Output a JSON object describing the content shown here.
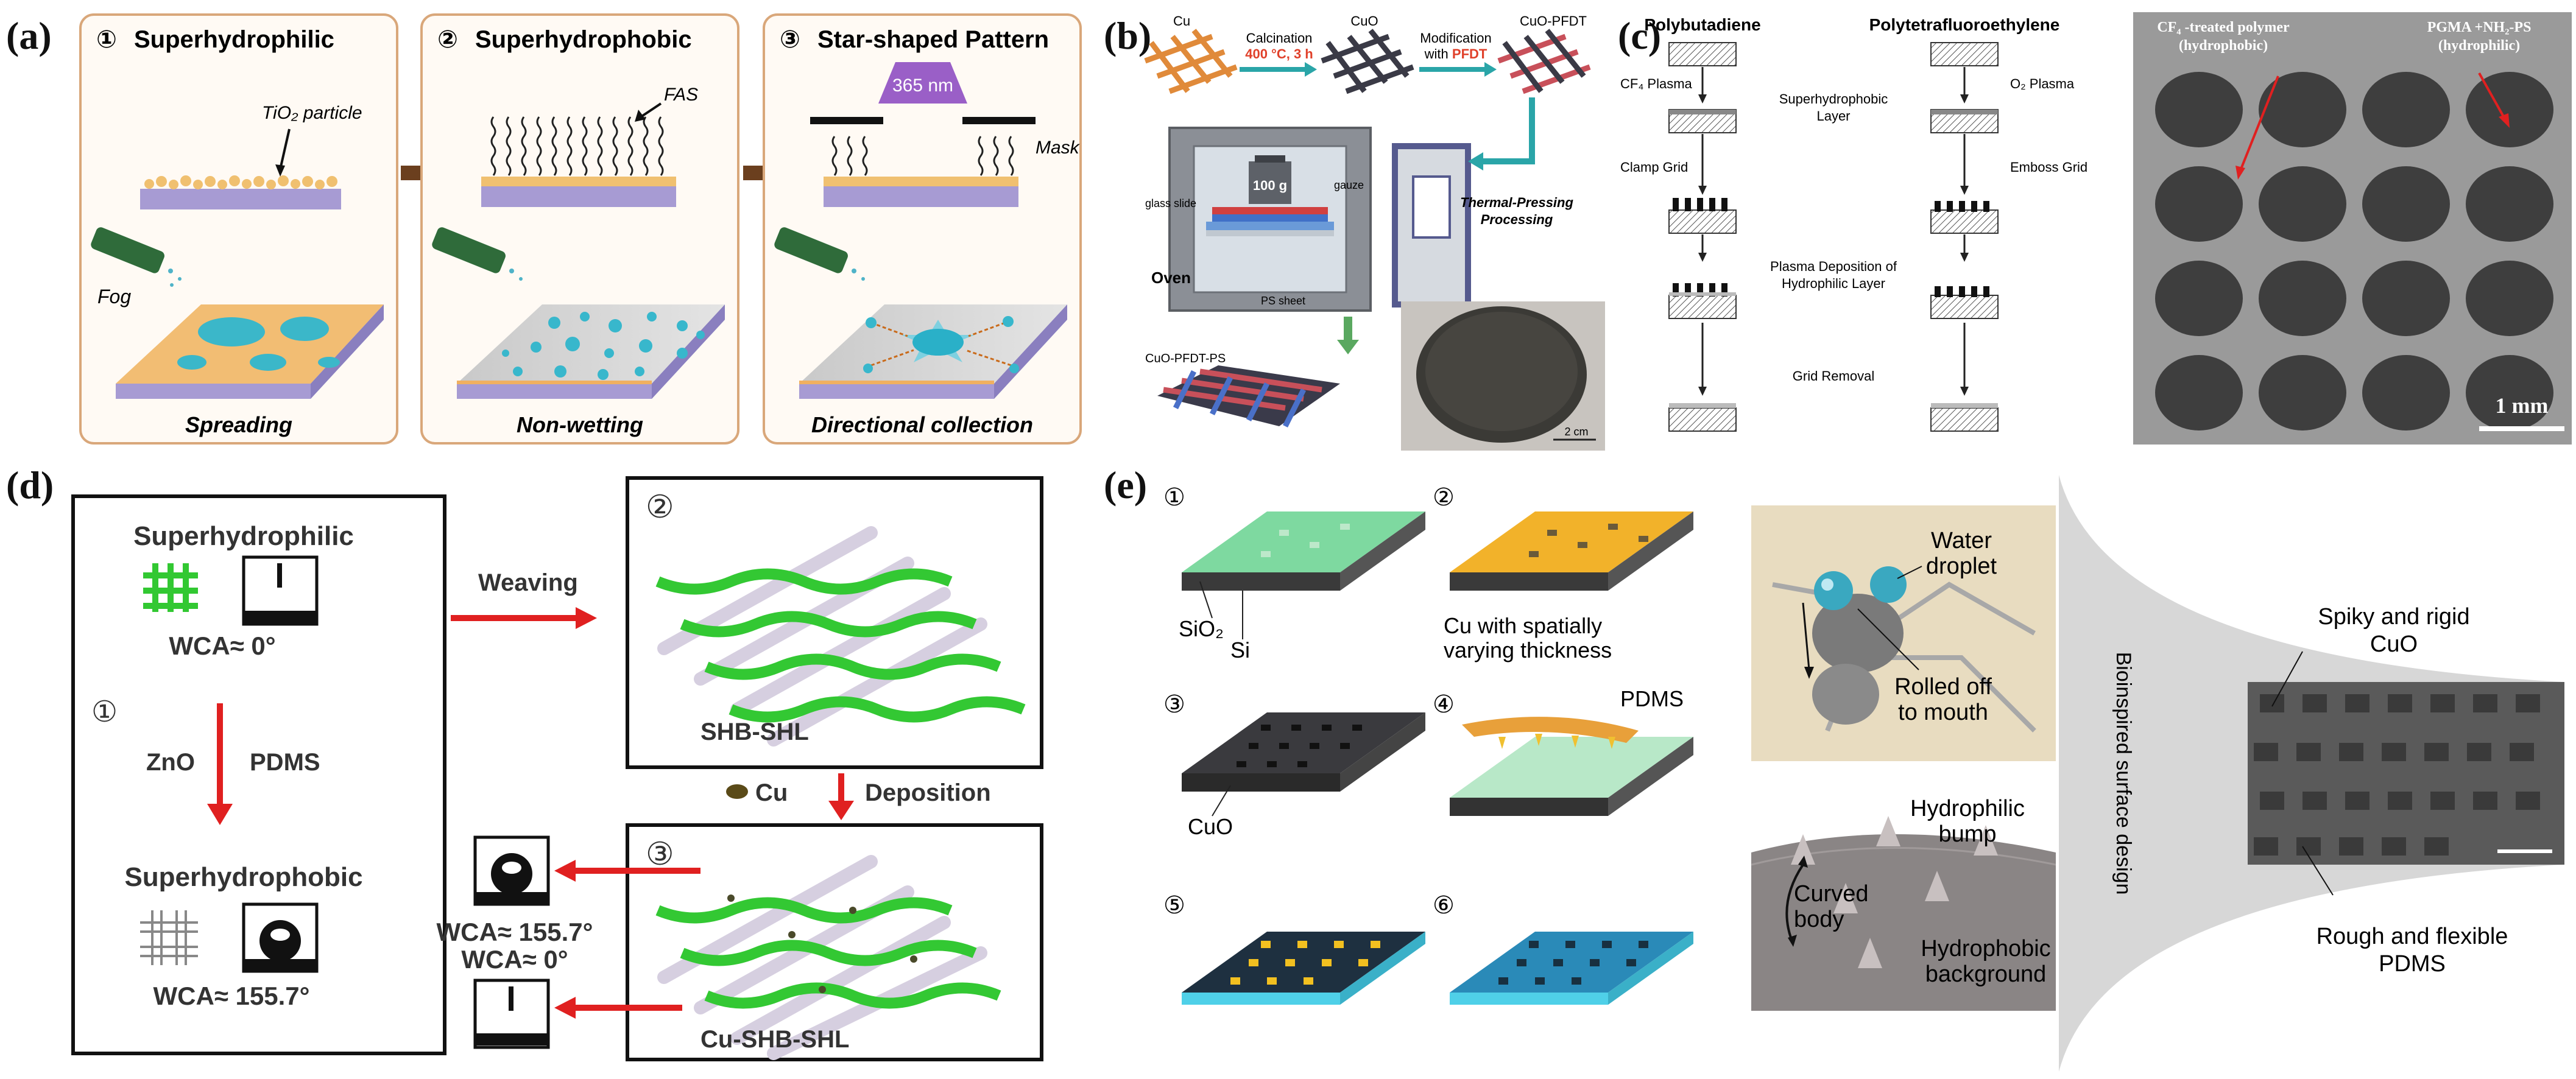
{
  "panels": {
    "a": {
      "letter": "(a)",
      "steps": [
        {
          "num": "①",
          "title": "Superhydrophilic",
          "particle_label": "TiO₂ particle",
          "fog_label": "Fog",
          "caption": "Spreading"
        },
        {
          "num": "②",
          "title": "Superhydrophobic",
          "coating_label": "FAS",
          "caption": "Non-wetting"
        },
        {
          "num": "③",
          "title": "Star-shaped Pattern",
          "uv_label": "365 nm",
          "mask_label": "Mask",
          "caption": "Directional collection"
        }
      ]
    },
    "b": {
      "letter": "(b)",
      "mesh_labels": [
        "Cu",
        "CuO",
        "CuO-PFDT"
      ],
      "step1_line1": "Calcination",
      "step1_line2": "400 °C, 3 h",
      "step2_line1": "Modification",
      "step2_prefix": "with ",
      "step2_highlight": "PFDT",
      "oven_label": "Oven",
      "weight_label": "100 g",
      "glass_label": "glass slide",
      "gauze_label": "gauze",
      "ps_label": "PS sheet",
      "process_line1": "Thermal-Pressing",
      "process_line2": "Processing",
      "product_label": "CuO-PFDT-PS",
      "scale_label": "2 cm"
    },
    "c": {
      "letter": "(c)",
      "left_title": "Polybutadiene",
      "right_title": "Polytetrafluoroethylene",
      "left_steps": [
        "CF₄ Plasma",
        "Clamp Grid"
      ],
      "right_steps": [
        "O₂ Plasma",
        "Emboss Grid"
      ],
      "center_labels": [
        "Superhydrophobic Layer",
        "Plasma Deposition of Hydrophilic Layer",
        "Grid Removal"
      ],
      "photo_label_left_line1": "CF₄ -treated polymer",
      "photo_label_left_line2": "(hydrophobic)",
      "photo_label_right_line1": "PGMA +NH₂-PS",
      "photo_label_right_line2": "(hydrophilic)",
      "scale_label": "1 mm"
    },
    "d": {
      "letter": "(d)",
      "step1_num": "①",
      "step2_num": "②",
      "step3_num": "③",
      "top_title": "Superhydrophilic",
      "top_wca": "WCA≈ 0°",
      "left_arrow_labels": [
        "ZnO",
        "PDMS"
      ],
      "bottom_title": "Superhydrophobic",
      "bottom_wca": "WCA≈ 155.7°",
      "weaving_label": "Weaving",
      "mesh2_label": "SHB-SHL",
      "deposition_cu": "Cu",
      "deposition_label": "Deposition",
      "mesh3_label": "Cu-SHB-SHL",
      "wca_pair": [
        "WCA≈ 155.7°",
        "WCA≈ 0°"
      ]
    },
    "e": {
      "letter": "(e)",
      "step_nums": [
        "①",
        "②",
        "③",
        "④",
        "⑤",
        "⑥"
      ],
      "sio2_label": "SiO₂",
      "si_label": "Si",
      "cu_label_line1": "Cu with spatially",
      "cu_label_line2": "varying thickness",
      "pdms_label": "PDMS",
      "cuo_label": "CuO",
      "beetle_droplet_line1": "Water",
      "beetle_droplet_line2": "droplet",
      "beetle_roll_line1": "Rolled off",
      "beetle_roll_line2": "to mouth",
      "bump_line1": "Hydrophilic",
      "bump_line2": "bump",
      "curved_line1": "Curved",
      "curved_line2": "body",
      "background_line1": "Hydrophobic",
      "background_line2": "background",
      "vertical_label": "Bioinspired surface design",
      "spiky_line1": "Spiky and rigid",
      "spiky_line2": "CuO",
      "rough_line1": "Rough and flexible",
      "rough_line2": "PDMS"
    }
  }
}
